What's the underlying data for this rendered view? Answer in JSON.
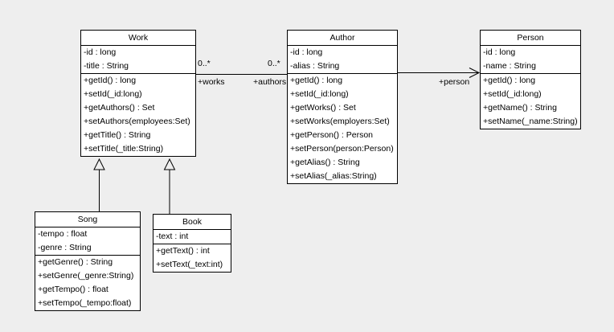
{
  "colors": {
    "canvas_background": "#eeeeee",
    "node_fill": "#ffffff",
    "line_color": "#000000",
    "text_color": "#000000"
  },
  "classes": [
    {
      "name": "Work",
      "attributes": [
        "-id : long",
        "-title : String"
      ],
      "methods": [
        "+getId() : long",
        "+setId(_id:long)",
        "+getAuthors() : Set",
        "+setAuthors(employees:Set)",
        "+getTitle() : String",
        "+setTitle(_title:String)"
      ]
    },
    {
      "name": "Author",
      "attributes": [
        "-id : long",
        "-alias : String"
      ],
      "methods": [
        "+getId() : long",
        "+setId(_id:long)",
        "+getWorks() : Set",
        "+setWorks(employers:Set)",
        "+getPerson() : Person",
        "+setPerson(person:Person)",
        "+getAlias() : String",
        "+setAlias(_alias:String)"
      ]
    },
    {
      "name": "Person",
      "attributes": [
        "-id : long",
        "-name : String"
      ],
      "methods": [
        "+getId() : long",
        "+setId(_id:long)",
        "+getName() : String",
        "+setName(_name:String)"
      ]
    },
    {
      "name": "Song",
      "attributes": [
        "-tempo : float",
        "-genre : String"
      ],
      "methods": [
        "+getGenre() : String",
        "+setGenre(_genre:String)",
        "+getTempo() : float",
        "+setTempo(_tempo:float)"
      ]
    },
    {
      "name": "Book",
      "attributes": [
        "-text : int"
      ],
      "methods": [
        "+getText() : int",
        "+setText(_text:int)"
      ]
    }
  ],
  "edges": {
    "work_author": {
      "type": "association",
      "multiplicity_work": "0..*",
      "multiplicity_author": "0..*",
      "role_work": "+works",
      "role_author": "+authors"
    },
    "author_person": {
      "type": "directed-association",
      "role_person": "+person"
    },
    "song_work": {
      "type": "generalization"
    },
    "book_work": {
      "type": "generalization"
    }
  }
}
